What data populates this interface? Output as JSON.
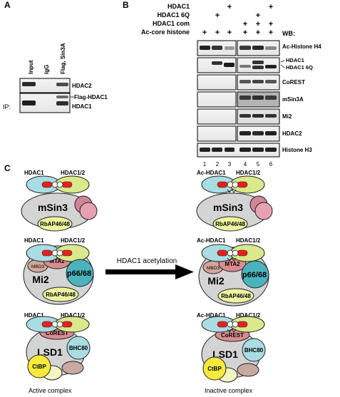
{
  "panelA": {
    "label": "A",
    "ip_label": "IP:",
    "lanes": [
      "Input",
      "IgG",
      "Flag, Sin3A"
    ],
    "bands": [
      "HDAC2",
      "Flag-HDAC1",
      "HDAC1"
    ]
  },
  "panelB": {
    "label": "B",
    "conditions": [
      {
        "name": "HDAC1",
        "marks": [
          "",
          "",
          "+",
          "",
          "",
          "+"
        ]
      },
      {
        "name": "HDAC1 6Q",
        "marks": [
          "",
          "+",
          "",
          "",
          "+",
          ""
        ]
      },
      {
        "name": "HDAC1 com",
        "marks": [
          "",
          "",
          "",
          "+",
          "+",
          "+"
        ]
      },
      {
        "name": "Ac-core histone",
        "marks": [
          "+",
          "+",
          "+",
          "+",
          "+",
          "+"
        ]
      }
    ],
    "wb_label": "WB:",
    "blots": [
      "Ac-Histone H4",
      "HDAC1",
      "HDAC1 6Q",
      "CoREST",
      "mSin3A",
      "Mi2",
      "HDAC2",
      "Histone H3"
    ],
    "lane_numbers": [
      "1",
      "2",
      "3",
      "4",
      "5",
      "6"
    ]
  },
  "panelC": {
    "label": "C",
    "active": {
      "hdac1": "HDAC1",
      "hdac12": "HDAC1/2",
      "msin3": "mSin3",
      "rbar": "RbAP46/48",
      "mta2": "MTA2",
      "mbd3": "MBD3",
      "mi2": "Mi2",
      "p66": "p66/68",
      "corest": "CoREST",
      "lsd1": "LSD1",
      "bhc80": "BHC80",
      "ctbp": "CtBP",
      "caption": "Active complex"
    },
    "inactive": {
      "hdac1": "Ac-HDAC1",
      "hdac12": "HDAC1/2",
      "msin3": "mSin3",
      "rbar": "RbAP46/48",
      "mta2": "MTA2",
      "mbd3": "MBD3",
      "mi2": "Mi2",
      "p66": "p66/68",
      "corest": "CoREST",
      "lsd1": "LSD1",
      "bhc80": "BHC80",
      "ctbp": "CtBP",
      "caption": "Inactive complex"
    },
    "arrow_label": "HDAC1 acetylation"
  },
  "colors": {
    "hdac1": "#a9dce3",
    "hdac12": "#d9e98c",
    "red": "#e8201c",
    "body": "#d4d4d4",
    "rbar": "#eef3a0",
    "mta2": "#d98c8f",
    "pink": "#e7a2b2",
    "p66": "#4bb3bd",
    "mbd3": "#d3a79c",
    "ctbp": "#f6ea3b",
    "tan": "#c9aaa0",
    "pale": "#f2f5c4"
  }
}
